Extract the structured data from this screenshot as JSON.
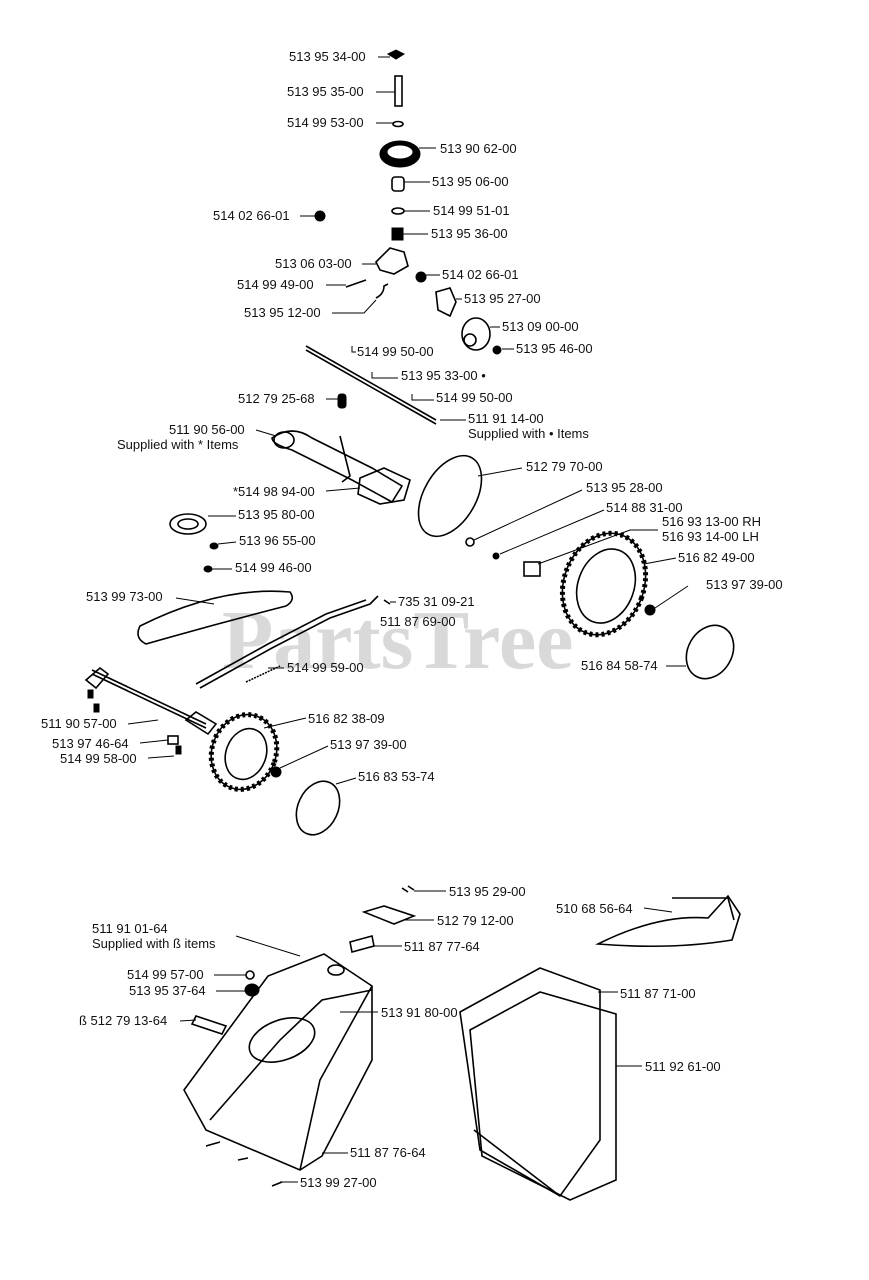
{
  "watermark": "PartsTree",
  "labels": {
    "p51395_34_00": "513 95 34-00",
    "p51395_35_00": "513 95 35-00",
    "p51499_53_00": "514 99 53-00",
    "p51390_62_00": "513 90 62-00",
    "p51395_06_00": "513 95 06-00",
    "p51402_66_01_left": "514 02 66-01",
    "p51499_51_01": "514 99 51-01",
    "p51395_36_00": "513 95 36-00",
    "p51306_03_00": "513 06 03-00",
    "p51402_66_01_right": "514 02 66-01",
    "p51499_49_00": "514 99 49-00",
    "p51395_27_00": "513 95 27-00",
    "p51395_12_00": "513 95 12-00",
    "p51309_00_00": "513 09 00-00",
    "p51395_46_00": "513 95 46-00",
    "p51499_50_00_a": "514 99 50-00",
    "p51395_33_00": "513 95 33-00 •",
    "p51279_25_68": "512 79 25-68",
    "p51499_50_00_b": "514 99 50-00",
    "p51191_14_00": "511 91 14-00",
    "p51191_14_00_note": "Supplied with • Items",
    "p51190_56_00": "511 90 56-00",
    "p51190_56_00_note": "Supplied with * Items",
    "p51279_70_00": "512 79 70-00",
    "p51498_94_00": "*514 98 94-00",
    "p51395_28_00": "513 95 28-00",
    "p51488_31_00": "514 88 31-00",
    "p51395_80_00": "513 95 80-00",
    "p51693_13_00": "516 93 13-00 RH",
    "p51693_14_00": "516 93 14-00 LH",
    "p51396_55_00": "513 96 55-00",
    "p51682_49_00": "516 82 49-00",
    "p51499_46_00": "514 99 46-00",
    "p51397_39_00_a": "513 97 39-00",
    "p51399_73_00": "513 99 73-00",
    "p73531_09_21": "735 31 09-21",
    "p51187_69_00": "511 87 69-00",
    "p51684_58_74": "516 84 58-74",
    "p51499_59_00": "514 99 59-00",
    "p51190_57_00": "511 90 57-00",
    "p51682_38_09": "516 82 38-09",
    "p51397_46_64": "513 97 46-64",
    "p51397_39_00_b": "513 97 39-00",
    "p51499_58_00": "514 99 58-00",
    "p51683_53_74": "516 83 53-74",
    "p51395_29_00": "513 95 29-00",
    "p51279_12_00": "512 79 12-00",
    "p51068_56_64": "510 68 56-64",
    "p51191_01_64": "511 91 01-64",
    "p51191_01_64_note": "Supplied with ß items",
    "p51187_77_64": "511 87 77-64",
    "p51499_57_00": "514 99 57-00",
    "p51187_71_00": "511 87 71-00",
    "p51395_37_64": "513 95 37-64",
    "p51279_13_64": "ß 512 79 13-64",
    "p51391_80_00": "513 91 80-00",
    "p51192_61_00": "511 92 61-00",
    "p51187_76_64": "511 87 76-64",
    "p51399_27_00": "513 99 27-00"
  }
}
